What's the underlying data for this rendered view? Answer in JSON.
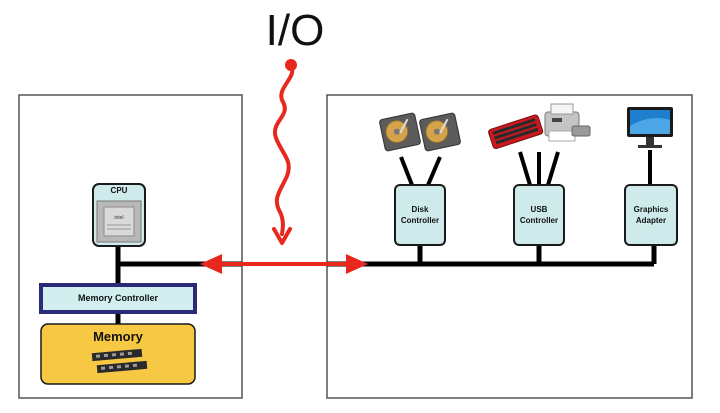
{
  "title": "I/O",
  "cpu": {
    "label": "CPU"
  },
  "memory_controller": {
    "label": "Memory Controller"
  },
  "memory": {
    "label": "Memory"
  },
  "controllers": [
    {
      "label": "Disk\nController",
      "device_icons": [
        "hard-drive-icon",
        "hard-drive-icon"
      ]
    },
    {
      "label": "USB\nController",
      "device_icons": [
        "keyboard-icon",
        "printer-icon"
      ]
    },
    {
      "label": "Graphics\nAdapter",
      "device_icons": [
        "monitor-icon"
      ]
    }
  ],
  "colors": {
    "io_arrow": "#e8281e",
    "controller_fill": "#cfeaea",
    "memory_fill": "#f7c843",
    "memory_controller_border": "#2b2a7a",
    "bus": "#000000"
  }
}
